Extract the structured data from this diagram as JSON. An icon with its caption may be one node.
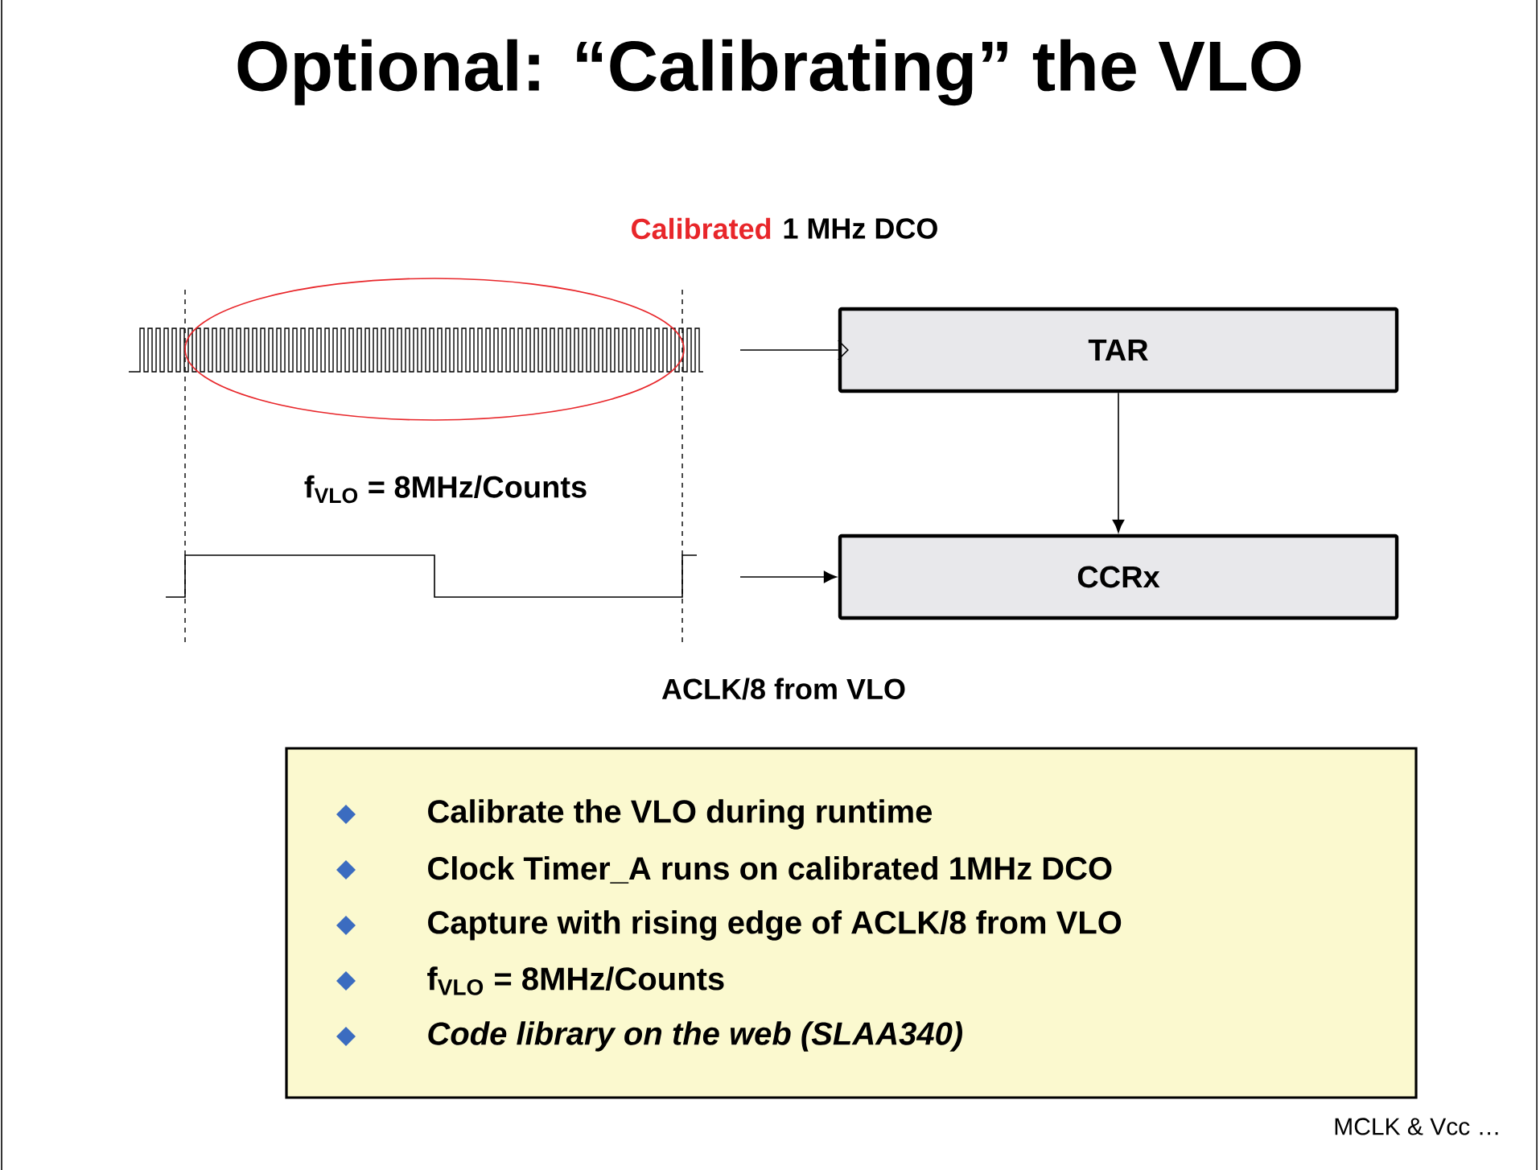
{
  "diagram": {
    "title": "Optional: “Calibrating” the VLO",
    "nodes": [
      {
        "text": [
          "TAR"
        ]
      },
      {
        "text": [
          "CCRx"
        ]
      },
      {
        "text": [
          "Calibrate the VLO during runtime",
          "Clock Timer_A runs on calibrated 1MHz DCO",
          "Capture with rising edge of ACLK/8 from VLO",
          "f$_{VLO}$ = 8MHz/Counts",
          "Code library on the web (SLAA340)"
        ]
      }
    ],
    "edges": [
      {
        "from": null,
        "to": 0,
        "arrow": "to"
      },
      {
        "from": null,
        "to": 1,
        "arrow": "to"
      },
      {
        "from": 0,
        "to": 1,
        "arrow": "to"
      }
    ],
    "labels": [
      "Calibrated",
      "1 MHz DCO",
      "f$_{VLO}$ = 8MHz/Counts",
      "ACLK/8 from VLO",
      "MCLK & Vcc …"
    ]
  }
}
